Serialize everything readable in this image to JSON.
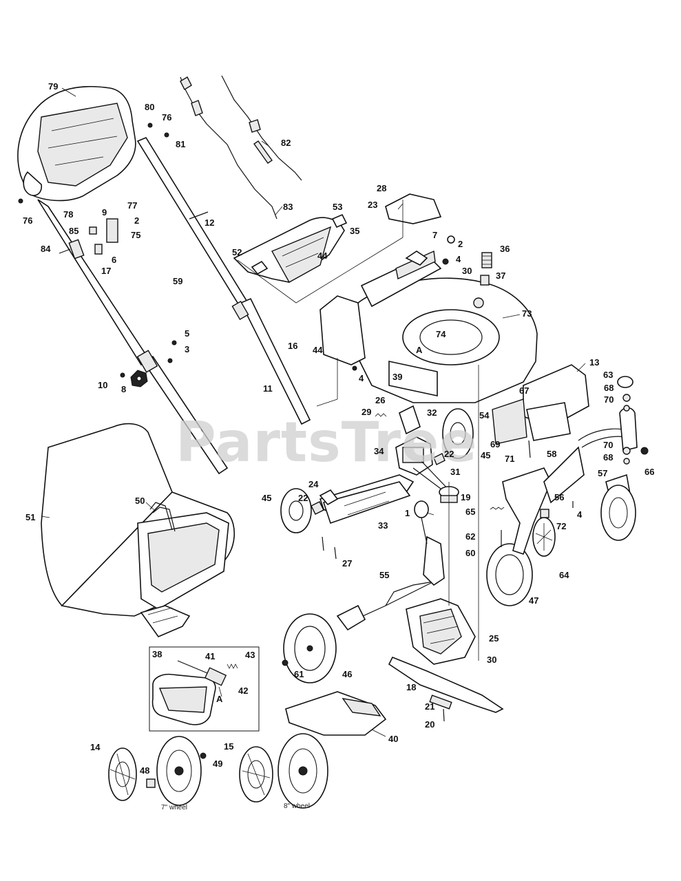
{
  "watermark": "PartsTree",
  "captions": {
    "wheel7": "7\" wheel",
    "wheel8": "8\" wheel"
  },
  "callouts": {
    "c1": "1",
    "c2a": "2",
    "c2b": "2",
    "c3": "3",
    "c4a": "4",
    "c4b": "4",
    "c4c": "4",
    "c5": "5",
    "c6": "6",
    "c7": "7",
    "c8": "8",
    "c9": "9",
    "c10": "10",
    "c11": "11",
    "c12": "12",
    "c13": "13",
    "c14": "14",
    "c15": "15",
    "c16": "16",
    "c17": "17",
    "c18": "18",
    "c19": "19",
    "c20": "20",
    "c21": "21",
    "c22a": "22",
    "c22b": "22",
    "c23": "23",
    "c24": "24",
    "c25": "25",
    "c26": "26",
    "c27": "27",
    "c28": "28",
    "c29": "29",
    "c30a": "30",
    "c30b": "30",
    "c31": "31",
    "c32": "32",
    "c33": "33",
    "c34": "34",
    "c35": "35",
    "c36": "36",
    "c37": "37",
    "c38": "38",
    "c39": "39",
    "c40": "40",
    "c41": "41",
    "c42": "42",
    "c43": "43",
    "c44a": "44",
    "c44b": "44",
    "c45a": "45",
    "c45b": "45",
    "c46": "46",
    "c47": "47",
    "c48": "48",
    "c49": "49",
    "c50": "50",
    "c51": "51",
    "c52": "52",
    "c53": "53",
    "c54": "54",
    "c55": "55",
    "c56": "56",
    "c57": "57",
    "c58": "58",
    "c59": "59",
    "c60": "60",
    "c61": "61",
    "c62": "62",
    "c63": "63",
    "c64": "64",
    "c65": "65",
    "c66": "66",
    "c67": "67",
    "c68a": "68",
    "c68b": "68",
    "c69": "69",
    "c70a": "70",
    "c70b": "70",
    "c71": "71",
    "c72": "72",
    "c73": "73",
    "c74": "74",
    "c75": "75",
    "c76a": "76",
    "c76b": "76",
    "c77": "77",
    "c78": "78",
    "c79": "79",
    "c80": "80",
    "c81": "81",
    "c82": "82",
    "c83": "83",
    "c84": "84",
    "c85": "85",
    "refA1": "A",
    "refA2": "A"
  }
}
